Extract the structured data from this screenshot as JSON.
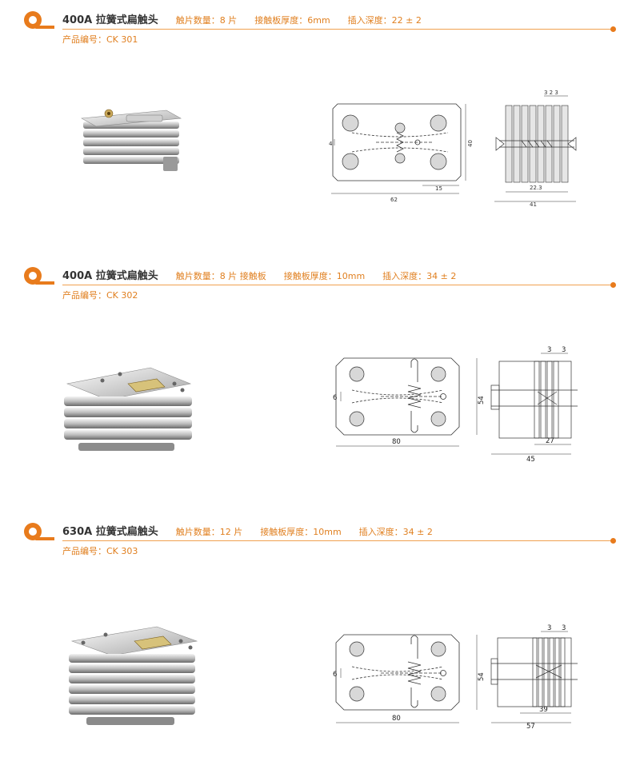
{
  "sections": [
    {
      "title": "400A 拉簧式扁触头",
      "specs": [
        {
          "k": "触片数量：",
          "v": "8 片"
        },
        {
          "k": "接触板厚度：",
          "v": "6mm"
        },
        {
          "k": "插入深度：",
          "v": "22 ± 2"
        }
      ],
      "code_label": "产品编号：",
      "code": "CK 301",
      "front_dims": {
        "height": "40",
        "spring": "4",
        "depth": "15",
        "width": "62"
      },
      "side_dims": {
        "top": "3 2 3",
        "inner": "22.3",
        "total": "41"
      }
    },
    {
      "title": "400A 拉簧式扁触头",
      "specs": [
        {
          "k": "触片数量：",
          "v": "8 片 接触板"
        },
        {
          "k": "接触板厚度：",
          "v": "10mm"
        },
        {
          "k": "插入深度：",
          "v": "34 ± 2"
        }
      ],
      "code_label": "产品编号：",
      "code": "CK 302",
      "front_dims": {
        "height": "54",
        "spring": "6",
        "width": "80"
      },
      "side_dims": {
        "top_a": "3",
        "top_b": "3",
        "inner": "27",
        "total": "45"
      }
    },
    {
      "title": "630A 拉簧式扁触头",
      "specs": [
        {
          "k": "触片数量：",
          "v": "12 片"
        },
        {
          "k": "接触板厚度：",
          "v": "10mm"
        },
        {
          "k": "插入深度：",
          "v": "34 ± 2"
        }
      ],
      "code_label": "产品编号：",
      "code": "CK 303",
      "front_dims": {
        "height": "54",
        "spring": "6",
        "width": "80"
      },
      "side_dims": {
        "top_a": "3",
        "top_b": "3",
        "inner": "39",
        "total": "57"
      }
    }
  ],
  "colors": {
    "accent": "#e87b1c",
    "rule": "#f0a050",
    "text": "#333333"
  }
}
